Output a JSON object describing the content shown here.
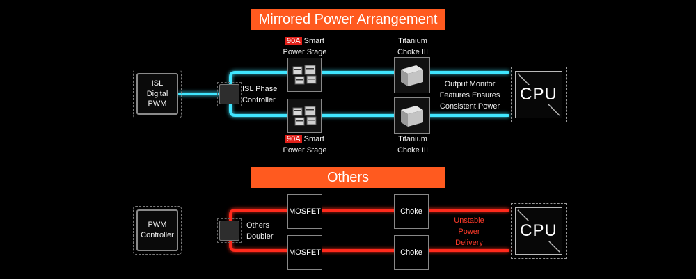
{
  "top": {
    "title": "Mirrored Power Arrangement",
    "pwm_label": "ISL\nDigital\nPWM",
    "controller_label": "ISL Phase\nController",
    "stage_upper": {
      "tag": "90A",
      "text1": " Smart",
      "text2": "Power Stage"
    },
    "stage_lower": {
      "tag": "90A",
      "text1": " Smart",
      "text2": "Power Stage"
    },
    "choke_upper_label": "Titanium\nChoke III",
    "choke_lower_label": "Titanium\nChoke III",
    "output_note": "Output Monitor\nFeatures Ensures\nConsistent Power",
    "cpu_label": "CPU"
  },
  "bottom": {
    "title": "Others",
    "pwm_label": "PWM\nController",
    "doubler_label": "Others\nDoubler",
    "mosfet_upper": "MOSFET",
    "mosfet_lower": "MOSFET",
    "choke_upper": "Choke",
    "choke_lower": "Choke",
    "warning": "Unstable\nPower\nDelivery",
    "cpu_label": "CPU"
  },
  "colors": {
    "banner": "#ff5a1f",
    "cyan_wire": "#3fe6ff",
    "red_wire": "#ff2a1a",
    "warning_text": "#ff3a2a",
    "tag": "#e0201a"
  }
}
